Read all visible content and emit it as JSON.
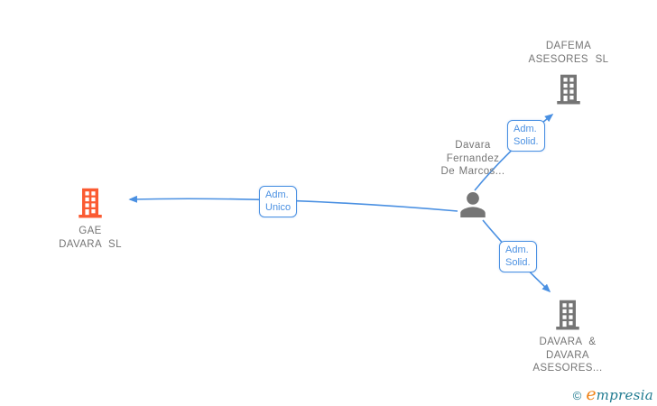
{
  "colors": {
    "edge_blue": "#4A90E2",
    "text_gray": "#757575",
    "building_gray": "#757575",
    "building_orange": "#FB5B32",
    "logo_teal": "#1F7A90",
    "logo_orange": "#EF8318"
  },
  "nodes": {
    "dafema": {
      "type": "company",
      "lines": [
        "DAFEMA",
        "ASESORES SL"
      ]
    },
    "person": {
      "type": "person",
      "lines": [
        "Davara",
        "Fernandez",
        "De Marcos..."
      ]
    },
    "gae": {
      "type": "company",
      "lines": [
        "GAE",
        "DAVARA SL"
      ]
    },
    "davara": {
      "type": "company",
      "lines": [
        "DAVARA &",
        "DAVARA",
        "ASESORES..."
      ]
    }
  },
  "edges": [
    {
      "from": "person",
      "to": "gae",
      "label_lines": [
        "Adm.",
        "Unico"
      ]
    },
    {
      "from": "person",
      "to": "dafema",
      "label_lines": [
        "Adm.",
        "Solid."
      ]
    },
    {
      "from": "person",
      "to": "davara",
      "label_lines": [
        "Adm.",
        "Solid."
      ]
    }
  ],
  "footer": {
    "copyright": "©",
    "brand_initial": "e",
    "brand_rest": "mpresia"
  }
}
